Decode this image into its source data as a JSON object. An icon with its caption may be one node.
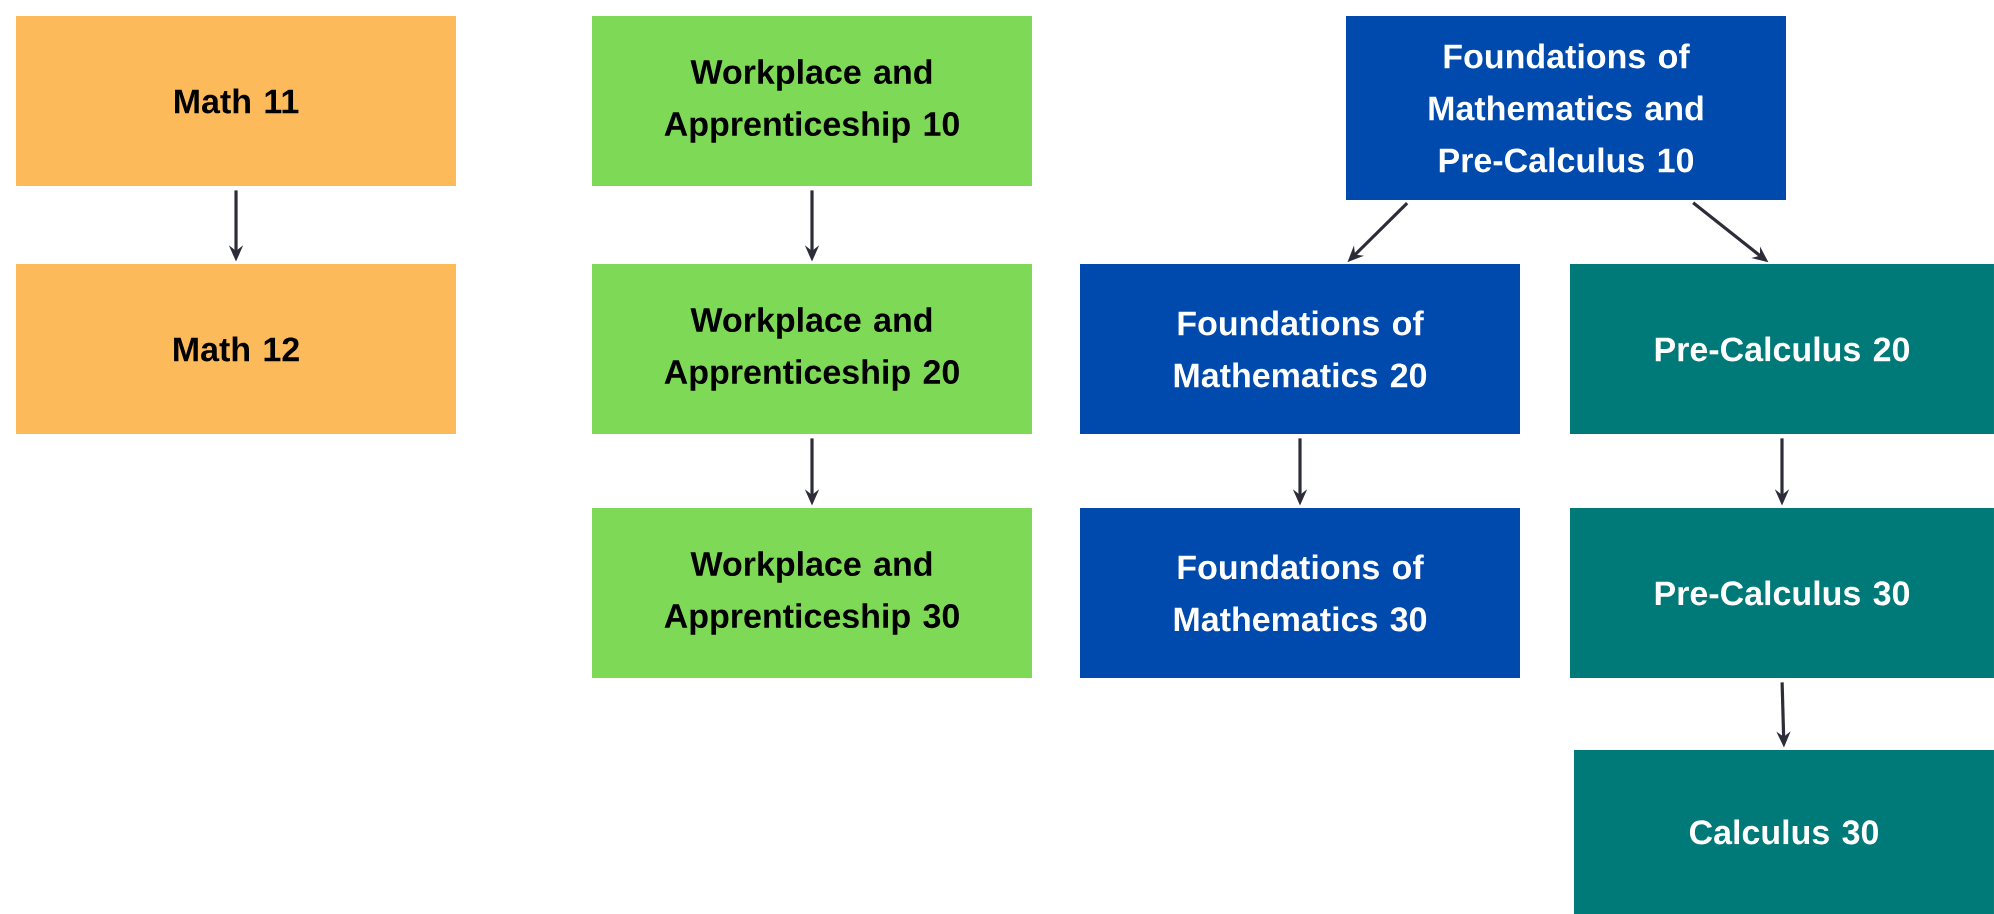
{
  "diagram": {
    "nodes": [
      {
        "text": [
          "Math 11"
        ]
      },
      {
        "text": [
          "Math 12"
        ]
      },
      {
        "text": [
          "Workplace and Apprenticeship 10"
        ]
      },
      {
        "text": [
          "Workplace and Apprenticeship 20"
        ]
      },
      {
        "text": [
          "Workplace and Apprenticeship 30"
        ]
      },
      {
        "text": [
          "Foundations of Mathematics and Pre-Calculus 10"
        ]
      },
      {
        "text": [
          "Foundations of Mathematics 20"
        ]
      },
      {
        "text": [
          "Pre-Calculus 20"
        ]
      },
      {
        "text": [
          "Foundations of Mathematics 30"
        ]
      },
      {
        "text": [
          "Pre-Calculus 30"
        ]
      },
      {
        "text": [
          "Calculus 30"
        ]
      }
    ],
    "edges": [
      {
        "from": 0,
        "to": 1,
        "arrow": "to"
      },
      {
        "from": 2,
        "to": 3,
        "arrow": "to"
      },
      {
        "from": 3,
        "to": 4,
        "arrow": "to"
      },
      {
        "from": 5,
        "to": 6,
        "arrow": "to"
      },
      {
        "from": 5,
        "to": 7,
        "arrow": "to"
      },
      {
        "from": 6,
        "to": 8,
        "arrow": "to"
      },
      {
        "from": 7,
        "to": 9,
        "arrow": "to"
      },
      {
        "from": 9,
        "to": 10,
        "arrow": "to"
      }
    ]
  }
}
